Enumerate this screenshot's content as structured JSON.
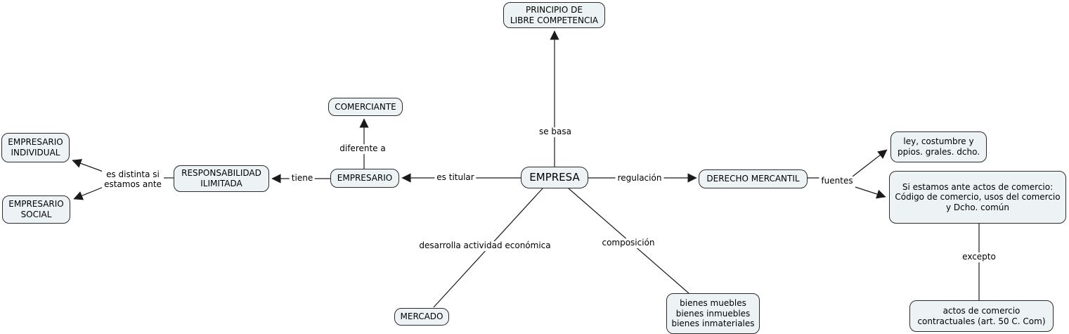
{
  "colors": {
    "background": "#ffffff",
    "node_fill": "#edf3f5",
    "node_border": "#2b2b2b",
    "line": "#1a1a1a",
    "text": "#000000"
  },
  "nodes": {
    "principio": {
      "label": "PRINCIPIO DE\nLIBRE COMPETENCIA"
    },
    "comerciante": {
      "label": "COMERCIANTE"
    },
    "empresario": {
      "label": "EMPRESARIO"
    },
    "empresa": {
      "label": "EMPRESA"
    },
    "responsabilidad": {
      "label": "RESPONSABILIDAD\nILIMITADA"
    },
    "empresario_individual": {
      "label": "EMPRESARIO\nINDIVIDUAL"
    },
    "empresario_social": {
      "label": "EMPRESARIO\nSOCIAL"
    },
    "derecho_mercantil": {
      "label": "DERECHO MERCANTIL"
    },
    "ley_costumbre": {
      "label": "ley, costumbre y\nppios. grales. dcho."
    },
    "si_estamos": {
      "label": "Si estamos ante actos de comercio:\nCódigo de comercio, usos del comercio\ny Dcho. común"
    },
    "actos_comercio": {
      "label": "actos de comercio\ncontractuales (art. 50 C. Com)"
    },
    "mercado": {
      "label": "MERCADO"
    },
    "bienes": {
      "label": "bienes muebles\nbienes inmuebles\nbienes inmateriales"
    }
  },
  "edge_labels": {
    "se_basa": "se basa",
    "diferente_a": "diferente a",
    "tiene": "tiene",
    "es_titular": "es titular",
    "es_distinta": "es distinta si\nestamos ante",
    "regulacion": "regulación",
    "fuentes": "fuentes",
    "desarrolla": "desarrolla actividad económica",
    "composicion": "composición",
    "excepto": "excepto"
  }
}
